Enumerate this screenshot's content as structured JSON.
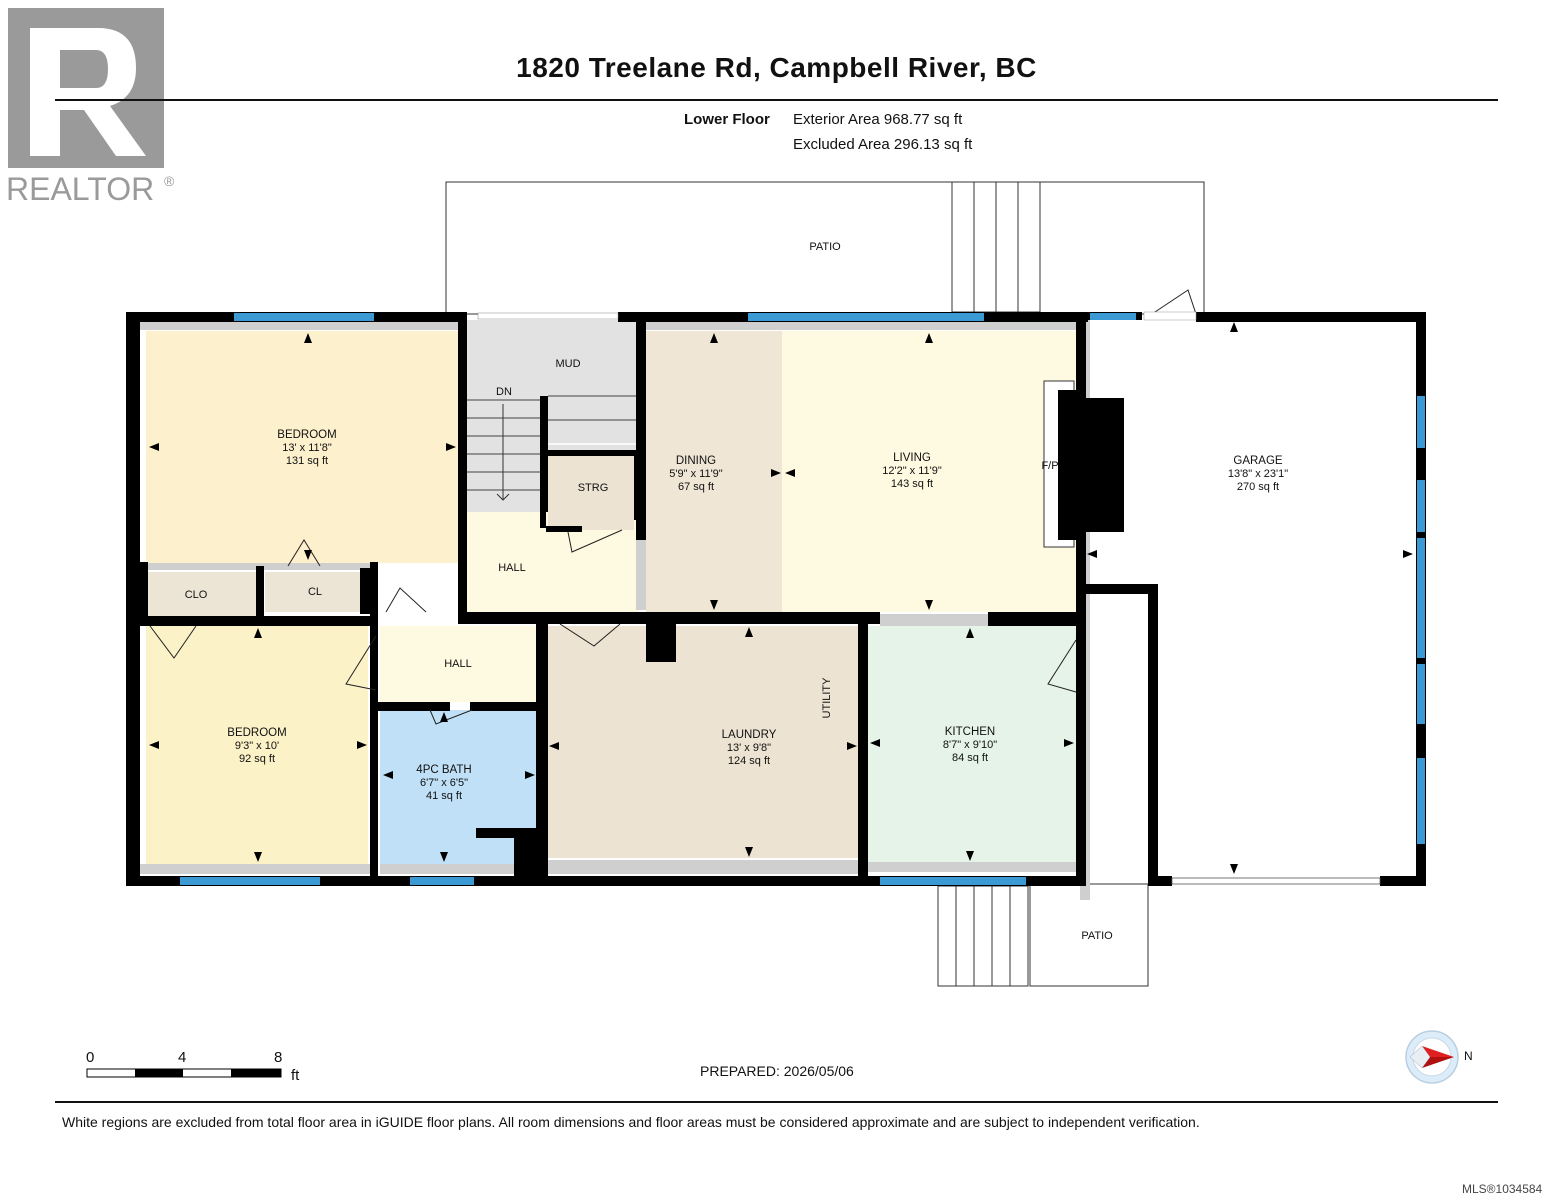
{
  "header": {
    "title": "1820 Treelane Rd, Campbell River, BC",
    "floor_label": "Lower Floor",
    "exterior_area": "Exterior Area 968.77 sq ft",
    "excluded_area": "Excluded Area 296.13 sq ft"
  },
  "logo": {
    "text": "REALTOR",
    "mark": "®",
    "icon": "realtor-r-logo"
  },
  "rooms": {
    "bedroom1": {
      "name": "BEDROOM",
      "dims": "13' x 11'8\"",
      "area": "131 sq ft"
    },
    "bedroom2": {
      "name": "BEDROOM",
      "dims": "9'3\" x 10'",
      "area": "92 sq ft"
    },
    "bath": {
      "name": "4PC BATH",
      "dims": "6'7\" x 6'5\"",
      "area": "41 sq ft"
    },
    "laundry": {
      "name": "LAUNDRY",
      "dims": "13' x 9'8\"",
      "area": "124 sq ft"
    },
    "kitchen": {
      "name": "KITCHEN",
      "dims": "8'7\" x 9'10\"",
      "area": "84 sq ft"
    },
    "dining": {
      "name": "DINING",
      "dims": "5'9\" x 11'9\"",
      "area": "67 sq ft"
    },
    "living": {
      "name": "LIVING",
      "dims": "12'2\" x 11'9\"",
      "area": "143 sq ft"
    },
    "garage": {
      "name": "GARAGE",
      "dims": "13'8\" x 23'1\"",
      "area": "270 sq ft"
    }
  },
  "labels": {
    "mud": "MUD",
    "dn": "DN",
    "strg": "STRG",
    "hall_upper": "HALL",
    "hall_lower": "HALL",
    "clo": "CLO",
    "cl": "CL",
    "utility": "UTILITY",
    "fp": "F/P",
    "patio_top": "PATIO",
    "patio_bottom": "PATIO"
  },
  "colors": {
    "bedroom": "#fdf0cc",
    "bedroom2": "#fcf2c8",
    "bath": "#bfe0f7",
    "laundry": "#ede3d3",
    "kitchen": "#e5f3e8",
    "dining": "#efe6d6",
    "living": "#fefae1",
    "hall": "#fef9e1",
    "mud": "#e2e2e2",
    "closet": "#ece4d4",
    "window": "#3b9ad4",
    "wall": "#000000"
  },
  "scale": {
    "ticks": [
      "0",
      "4",
      "8"
    ],
    "unit": "ft"
  },
  "compass": {
    "label": "N",
    "icon": "compass-north-icon"
  },
  "footer": {
    "prepared": "PREPARED: 2026/05/06",
    "disclaimer": "White regions are excluded from total floor area in iGUIDE floor plans. All room dimensions and floor areas must be considered approximate and are subject to independent verification.",
    "mls": "MLS®1034584"
  }
}
